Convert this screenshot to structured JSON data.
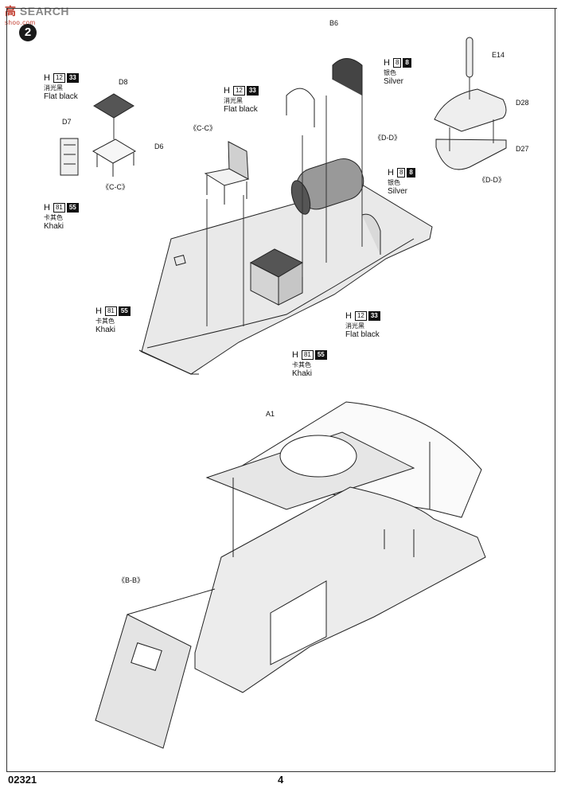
{
  "watermark": {
    "text": "SEARCH",
    "prefix": "高",
    "sub": "shoo.com"
  },
  "step": {
    "number": "2"
  },
  "footer": {
    "code": "02321",
    "page": "4"
  },
  "parts": {
    "d8": "D8",
    "d7": "D7",
    "d6": "D6",
    "cc1": "《C-C》",
    "cc2": "《C-C》",
    "b6": "B6",
    "e14": "E14",
    "d28": "D28",
    "d27": "D27",
    "dd1": "《D-D》",
    "dd2": "《D-D》",
    "a1": "A1",
    "bb": "《B-B》"
  },
  "paints": [
    {
      "id": "p1",
      "h": "H",
      "n1": "12",
      "n2": "33",
      "cn": "消光黑",
      "en": "Flat black"
    },
    {
      "id": "p2",
      "h": "H",
      "n1": "81",
      "n2": "55",
      "cn": "卡其色",
      "en": "Khaki"
    },
    {
      "id": "p3",
      "h": "H",
      "n1": "12",
      "n2": "33",
      "cn": "消光黑",
      "en": "Flat black"
    },
    {
      "id": "p4",
      "h": "H",
      "n1": "8",
      "n2": "8",
      "cn": "银色",
      "en": "Silver"
    },
    {
      "id": "p5",
      "h": "H",
      "n1": "8",
      "n2": "8",
      "cn": "银色",
      "en": "Silver"
    },
    {
      "id": "p6",
      "h": "H",
      "n1": "81",
      "n2": "55",
      "cn": "卡其色",
      "en": "Khaki"
    },
    {
      "id": "p7",
      "h": "H",
      "n1": "12",
      "n2": "33",
      "cn": "消光黑",
      "en": "Flat black"
    },
    {
      "id": "p8",
      "h": "H",
      "n1": "81",
      "n2": "55",
      "cn": "卡其色",
      "en": "Khaki"
    }
  ]
}
